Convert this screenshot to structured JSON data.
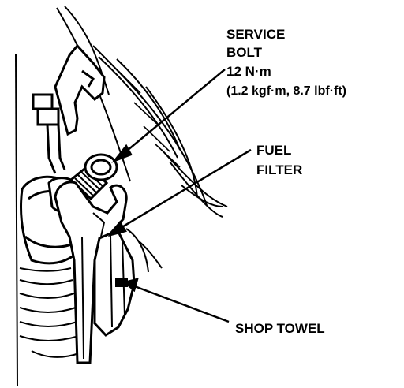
{
  "labels": {
    "service_bolt": {
      "line1": "SERVICE",
      "line2": "BOLT",
      "torque_nm": "12 N·m",
      "torque_alt": "(1.2 kgf·m, 8.7 lbf·ft)"
    },
    "fuel_filter": {
      "line1": "FUEL",
      "line2": "FILTER"
    },
    "shop_towel": "SHOP TOWEL"
  },
  "colors": {
    "ink": "#000000",
    "paper": "#ffffff"
  }
}
